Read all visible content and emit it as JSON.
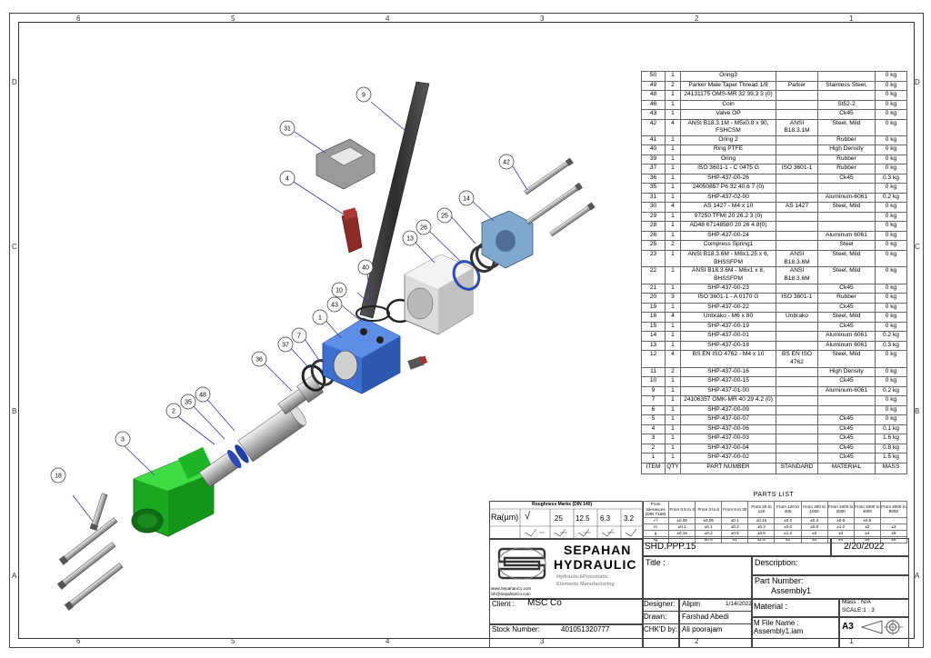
{
  "zones_top": [
    "6",
    "5",
    "4",
    "3",
    "2",
    "1"
  ],
  "zones_bottom": [
    "6",
    "5",
    "4",
    "3",
    "2",
    "1"
  ],
  "zones_side": [
    "D",
    "C",
    "B",
    "A"
  ],
  "balloons": [
    "9",
    "31",
    "4",
    "42",
    "14",
    "25",
    "26",
    "13",
    "40",
    "10",
    "43",
    "1",
    "7",
    "37",
    "36",
    "48",
    "35",
    "2",
    "3",
    "18"
  ],
  "parts_list": {
    "caption": "PARTS LIST",
    "header": {
      "item": "ITEM",
      "qty": "QTY",
      "part": "PART NUMBER",
      "standard": "STANDARD",
      "material": "MATERIAL",
      "mass": "MASS"
    },
    "rows": [
      [
        "50",
        "1",
        "Oring3",
        "",
        "",
        "0 kg"
      ],
      [
        "49",
        "2",
        "Parker Male Taper Thread 1/8",
        "Parker",
        "Stainless Steel,",
        "0 kg"
      ],
      [
        "48",
        "1",
        "24131175 OMS-MR 32 39.3 3 (0)",
        "",
        "",
        "0 kg"
      ],
      [
        "46",
        "1",
        "Coin",
        "",
        "St52-2",
        "0 kg"
      ],
      [
        "43",
        "1",
        "Valve OP",
        "",
        "Ck45",
        "0 kg"
      ],
      [
        "42",
        "4",
        "ANSI B18.3.1M - M5x0.8 x 90, FSHCSM",
        "ANSI B18.3.1M",
        "Steel, Mild",
        "0 kg"
      ],
      [
        "41",
        "1",
        "Oring 2",
        "",
        "Rubber",
        "0 kg"
      ],
      [
        "40",
        "1",
        "Ring PTFE",
        "",
        "High Density",
        "0 kg"
      ],
      [
        "39",
        "1",
        "Oring",
        "",
        "Rubber",
        "0 kg"
      ],
      [
        "37",
        "1",
        "ISO 3601-1 - C 0475 G",
        "ISO 3601-1",
        "Rubber",
        "0 kg"
      ],
      [
        "36",
        "1",
        "SHP-437-00-26",
        "",
        "Ck45",
        "0.3 kg"
      ],
      [
        "35",
        "1",
        "24050857 P6 32 40.6 7 (0)",
        "",
        "",
        "0 kg"
      ],
      [
        "31",
        "1",
        "SHP-437-02-00",
        "",
        "Aluminum-6061",
        "0.2 kg"
      ],
      [
        "30",
        "4",
        "AS 1427 - M4 x 10",
        "AS 1427",
        "Steel, Mild",
        "0 kg"
      ],
      [
        "29",
        "1",
        "97250 TFMI 20 26.2 3 (0)",
        "",
        "",
        "0 kg"
      ],
      [
        "28",
        "1",
        "AD48 67148580 20 26 4.8(0)",
        "",
        "",
        "0 kg"
      ],
      [
        "26",
        "1",
        "SHP-437-00-24",
        "",
        "Aluminum 6061",
        "0 kg"
      ],
      [
        "25",
        "2",
        "Compress Spring1",
        "",
        "Steel",
        "0 kg"
      ],
      [
        "23",
        "1",
        "ANSI B18.3.6M - M8x1.25 x 6, BHSSFPM",
        "ANSI B18.3.6M",
        "Steel, Mild",
        "0 kg"
      ],
      [
        "22",
        "1",
        "ANSI B18.3.6M - M6x1 x 8, BHSSFPM",
        "ANSI B18.3.6M",
        "Steel, Mild",
        "0 kg"
      ],
      [
        "21",
        "1",
        "SHP-437-00-23",
        "",
        "Ck45",
        "0 kg"
      ],
      [
        "20",
        "3",
        "ISO 3601-1 - A 0170 G",
        "ISO 3601-1",
        "Rubber",
        "0 kg"
      ],
      [
        "19",
        "1",
        "SHP-437-00-22",
        "",
        "Ck45",
        "0 kg"
      ],
      [
        "18",
        "4",
        "Unbrako - M6 x 80",
        "Unbrako",
        "Steel, Mild",
        "0 kg"
      ],
      [
        "15",
        "1",
        "SHP-437-00-19",
        "",
        "Ck45",
        "0 kg"
      ],
      [
        "14",
        "1",
        "SHP-437-00-01",
        "",
        "Aluminum 6061",
        "0.2 kg"
      ],
      [
        "13",
        "1",
        "SHP-437-00-18",
        "",
        "Aluminum 6061",
        "0.3 kg"
      ],
      [
        "12",
        "4",
        "BS EN ISO 4762 - M4 x 10",
        "BS EN ISO 4762",
        "Steel, Mild",
        "0 kg"
      ],
      [
        "11",
        "2",
        "SHP-437-00-16",
        "",
        "High Density",
        "0 kg"
      ],
      [
        "10",
        "1",
        "SHP-437-00-15",
        "",
        "Ck45",
        "0 kg"
      ],
      [
        "9",
        "1",
        "SHP-437-01-00",
        "",
        "Aluminum-6061",
        "0.2 kg"
      ],
      [
        "7",
        "1",
        "24106357 OMK-MR 40 29 4.2 (0)",
        "",
        "",
        "0 kg"
      ],
      [
        "6",
        "1",
        "SHP-437-00-09",
        "",
        "",
        "0 kg"
      ],
      [
        "5",
        "1",
        "SHP-437-00-07",
        "",
        "Ck45",
        "0 kg"
      ],
      [
        "4",
        "1",
        "SHP-437-00-06",
        "",
        "Ck45",
        "0.1 kg"
      ],
      [
        "3",
        "1",
        "SHP-437-00-03",
        "",
        "Ck45",
        "1.6 kg"
      ],
      [
        "2",
        "1",
        "SHP-437-00-04",
        "",
        "Ck45",
        "0.8 kg"
      ],
      [
        "1",
        "1",
        "SHP-437-00-02",
        "",
        "Ck45",
        "1.5 kg"
      ]
    ]
  },
  "roughness": {
    "title": "Roughness Marks  (DIN 140)",
    "ra_label": "Ra(µm)",
    "values": [
      "25",
      "12.5",
      "6.3",
      "3.2"
    ]
  },
  "tolerance": {
    "header": [
      "From tolerances (DIN 7168)",
      "From 0.5 to 3",
      "From 3 to 6",
      "From 6 to 30",
      "From 30 to 120",
      "From 120 to 400",
      "From 400 to 1000",
      "From 1000 to 2000",
      "From 2000 to 4000",
      "From 4000 to 8000"
    ],
    "rows": [
      [
        "√  f",
        "±0.05",
        "±0.05",
        "±0.1",
        "±0.15",
        "±0.2",
        "±0.3",
        "±0.5",
        "±0.8",
        "-"
      ],
      [
        "m",
        "±0.1",
        "±0.1",
        "±0.2",
        "±0.3",
        "±0.5",
        "±0.8",
        "±1.2",
        "±2",
        "±3"
      ],
      [
        "g",
        "±0.15",
        "±0.2",
        "±0.5",
        "±0.8",
        "±1.2",
        "±2",
        "±3",
        "±4",
        "±5"
      ],
      [
        "sg",
        "-",
        "±0.5",
        "±1",
        "±1.5",
        "±2",
        "±3",
        "±4",
        "±6",
        "±8"
      ]
    ]
  },
  "title_block": {
    "company_line1": "SEPAHAN",
    "company_line2": "HYDRAULIC",
    "company_sub1": "Hydraulic&Pneumatic",
    "company_sub2": "Elements Manufacturing",
    "web": "www.SepahanCo.com",
    "email": "Sh@SepahanCo.com",
    "drawing_no": "SHD.PPP.15",
    "date": "2/20/2022",
    "title_label": "Title :",
    "description_label": "Description:",
    "part_number_label": "Part Number:",
    "part_number": "Assembly1",
    "client_label": "Client :",
    "client": "MSC Co",
    "designer_label": "Designer:",
    "designer": "Alipm",
    "designer_date": "1/14/2022",
    "drawn_label": "Drawn:",
    "drawn": "Farshad Abedi",
    "checked_label": "CHK'D by:",
    "checked": "Ali poorajam",
    "stock_label": "Stock Number:",
    "stock": "401051320777",
    "material_label": "Material :",
    "mass_label": "Mass : N/A",
    "scale_label": "SCALE:1 : 3",
    "file_label": "M File Name :",
    "file": "Assembly1.iam",
    "sheet_size": "A3"
  },
  "colors": {
    "body_blue": "#3d6fd0",
    "green_part": "#22c02a",
    "steel": "#b8b8b8",
    "dark": "#3a3a3a",
    "red_knob": "#8c2a25",
    "block_grey": "#e6e6e6",
    "plate_blue": "#7fa8cf",
    "balloon_line": "#2b3fa8"
  }
}
